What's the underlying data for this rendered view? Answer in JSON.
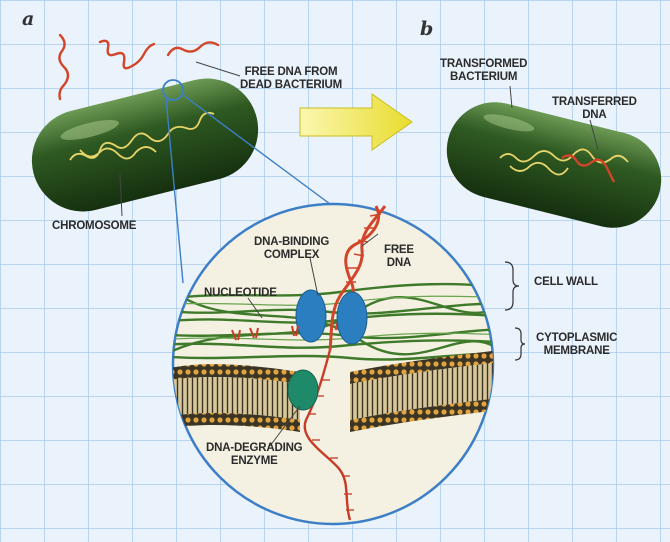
{
  "panels": {
    "a": "a",
    "b": "b"
  },
  "labels": {
    "free_dna_from_dead": "FREE DNA FROM\nDEAD BACTERIUM",
    "chromosome": "CHROMOSOME",
    "transformed_bacterium": "TRANSFORMED\nBACTERIUM",
    "transferred_dna": "TRANSFERRED\nDNA",
    "dna_binding_complex": "DNA-BINDING\nCOMPLEX",
    "free_dna": "FREE\nDNA",
    "cell_wall": "CELL WALL",
    "nucleotide": "NUCLEOTIDE",
    "cytoplasmic_membrane": "CYTOPLASMIC\nMEMBRANE",
    "dna_degrading_enzyme": "DNA-DEGRADING\nENZYME"
  },
  "colors": {
    "background": "#eaf2fb",
    "grid": "#9cc3e6",
    "bacterium": "#2f5a22",
    "dna": "#d2452b",
    "chromosome": "#e6d36a",
    "arrow": "#f0e84a",
    "magnifier_outline": "#3d7fc7",
    "binding_complex": "#2b7fc0",
    "wall_fiber": "#3e7a2a",
    "membrane_head": "#e3a23c",
    "enzyme": "#1f8a6a"
  }
}
